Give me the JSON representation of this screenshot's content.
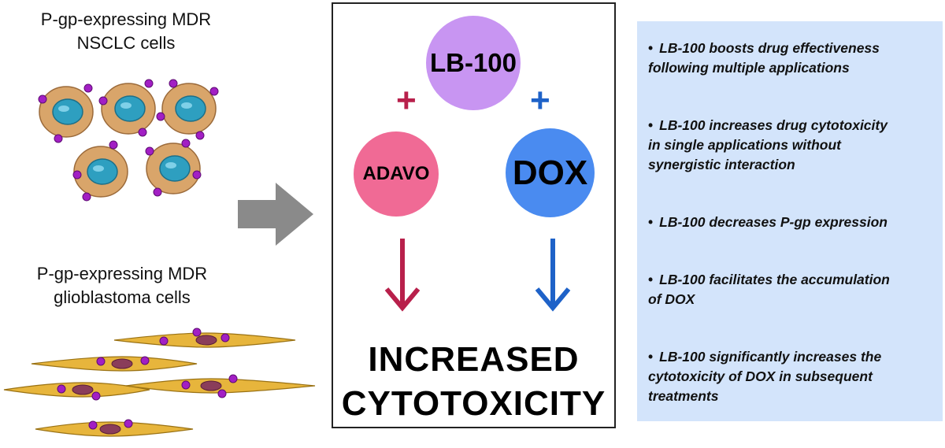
{
  "cells": {
    "nsclc_label_line1": "P-gp-expressing MDR",
    "nsclc_label_line2": "NSCLC cells",
    "gbm_label_line1": "P-gp-expressing MDR",
    "gbm_label_line2": "glioblastoma cells"
  },
  "center": {
    "lb100": "LB-100",
    "adavo": "ADAVO",
    "dox": "DOX",
    "plus_left": "+",
    "plus_right": "+",
    "result_line1": "INCREASED",
    "result_line2": "CYTOTOXICITY"
  },
  "findings": [
    {
      "line1": "LB-100 boosts drug effectiveness",
      "line2": "following multiple applications",
      "line3": ""
    },
    {
      "line1": "LB-100 increases drug cytotoxicity",
      "line2": "in single applications without",
      "line3": "synergistic interaction"
    },
    {
      "line1": "LB-100 decreases P-gp expression",
      "line2": "",
      "line3": ""
    },
    {
      "line1": "LB-100 facilitates the accumulation",
      "line2": "of DOX",
      "line3": ""
    },
    {
      "line1": "LB-100 significantly increases the",
      "line2": " cytotoxicity of DOX in subsequent",
      "line3": "treatments"
    }
  ],
  "colors": {
    "lb100": "#c895f2",
    "adavo": "#f06a95",
    "dox": "#4a8bf0",
    "adavo_arrow": "#b8204b",
    "dox_arrow": "#1e62c8",
    "panel": "#d3e4fb",
    "nsclc_cell": "#d9a56a",
    "nucleus": "#2e9fc0",
    "pgp_marker": "#a21fc4"
  }
}
